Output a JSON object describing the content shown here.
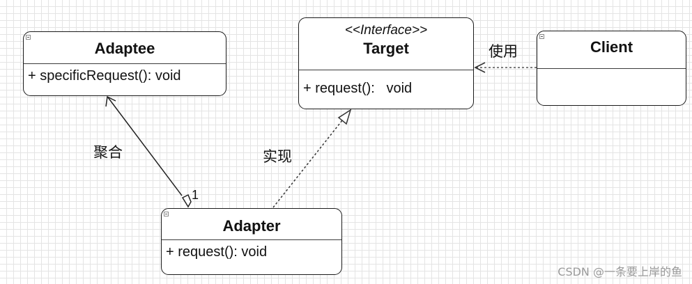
{
  "classes": {
    "adaptee": {
      "name": "Adaptee",
      "members": "+ specificRequest(): void"
    },
    "target": {
      "stereotype": "<<Interface>>",
      "name": "Target",
      "members": "+ request():   void"
    },
    "client": {
      "name": "Client",
      "members": ""
    },
    "adapter": {
      "name": "Adapter",
      "members": "+ request(): void"
    }
  },
  "relations": {
    "use_label": "使用",
    "aggregation_label": "聚合",
    "aggregation_multiplicity": "1",
    "realization_label": "实现"
  },
  "watermark": "CSDN @一条要上岸的鱼",
  "colors": {
    "line": "#1a1a1a",
    "grid": "#e4e4e4",
    "watermark": "#9a9a9a"
  }
}
